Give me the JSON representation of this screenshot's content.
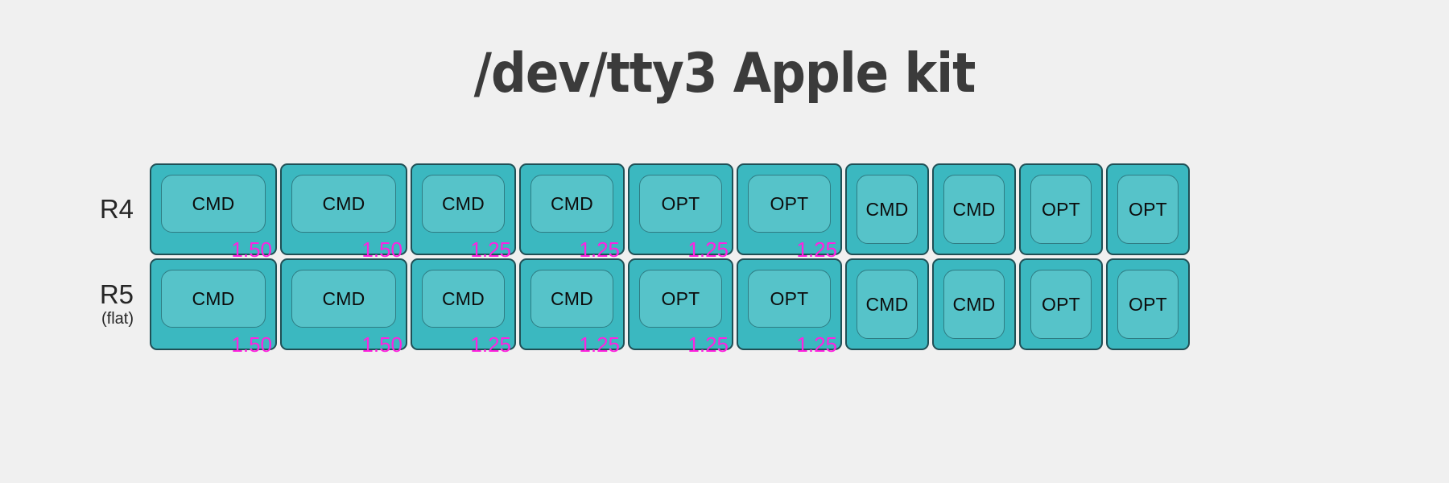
{
  "page": {
    "background_color": "#f0f0f0",
    "title": "/dev/tty3 Apple kit",
    "title_color": "#3b3b3b"
  },
  "theme": {
    "key_body_color": "#3bb8c0",
    "key_cap_color": "#56c3c9",
    "key_border_color": "#1f4f55",
    "legend_color": "#0c0c0c",
    "size_label_color": "#ff22e0",
    "row_label_color": "#262626"
  },
  "keyboard": {
    "rows": [
      {
        "label": "R4",
        "sublabel": "",
        "keys": [
          {
            "legend": "CMD",
            "size": "1.50",
            "units": 1.5
          },
          {
            "legend": "CMD",
            "size": "1.50",
            "units": 1.5
          },
          {
            "legend": "CMD",
            "size": "1.25",
            "units": 1.25
          },
          {
            "legend": "CMD",
            "size": "1.25",
            "units": 1.25
          },
          {
            "legend": "OPT",
            "size": "1.25",
            "units": 1.25
          },
          {
            "legend": "OPT",
            "size": "1.25",
            "units": 1.25
          },
          {
            "legend": "CMD",
            "size": "",
            "units": 1
          },
          {
            "legend": "CMD",
            "size": "",
            "units": 1
          },
          {
            "legend": "OPT",
            "size": "",
            "units": 1
          },
          {
            "legend": "OPT",
            "size": "",
            "units": 1
          }
        ]
      },
      {
        "label": "R5",
        "sublabel": "(flat)",
        "keys": [
          {
            "legend": "CMD",
            "size": "1.50",
            "units": 1.5
          },
          {
            "legend": "CMD",
            "size": "1.50",
            "units": 1.5
          },
          {
            "legend": "CMD",
            "size": "1.25",
            "units": 1.25
          },
          {
            "legend": "CMD",
            "size": "1.25",
            "units": 1.25
          },
          {
            "legend": "OPT",
            "size": "1.25",
            "units": 1.25
          },
          {
            "legend": "OPT",
            "size": "1.25",
            "units": 1.25
          },
          {
            "legend": "CMD",
            "size": "",
            "units": 1
          },
          {
            "legend": "CMD",
            "size": "",
            "units": 1
          },
          {
            "legend": "OPT",
            "size": "",
            "units": 1
          },
          {
            "legend": "OPT",
            "size": "",
            "units": 1
          }
        ]
      }
    ]
  }
}
